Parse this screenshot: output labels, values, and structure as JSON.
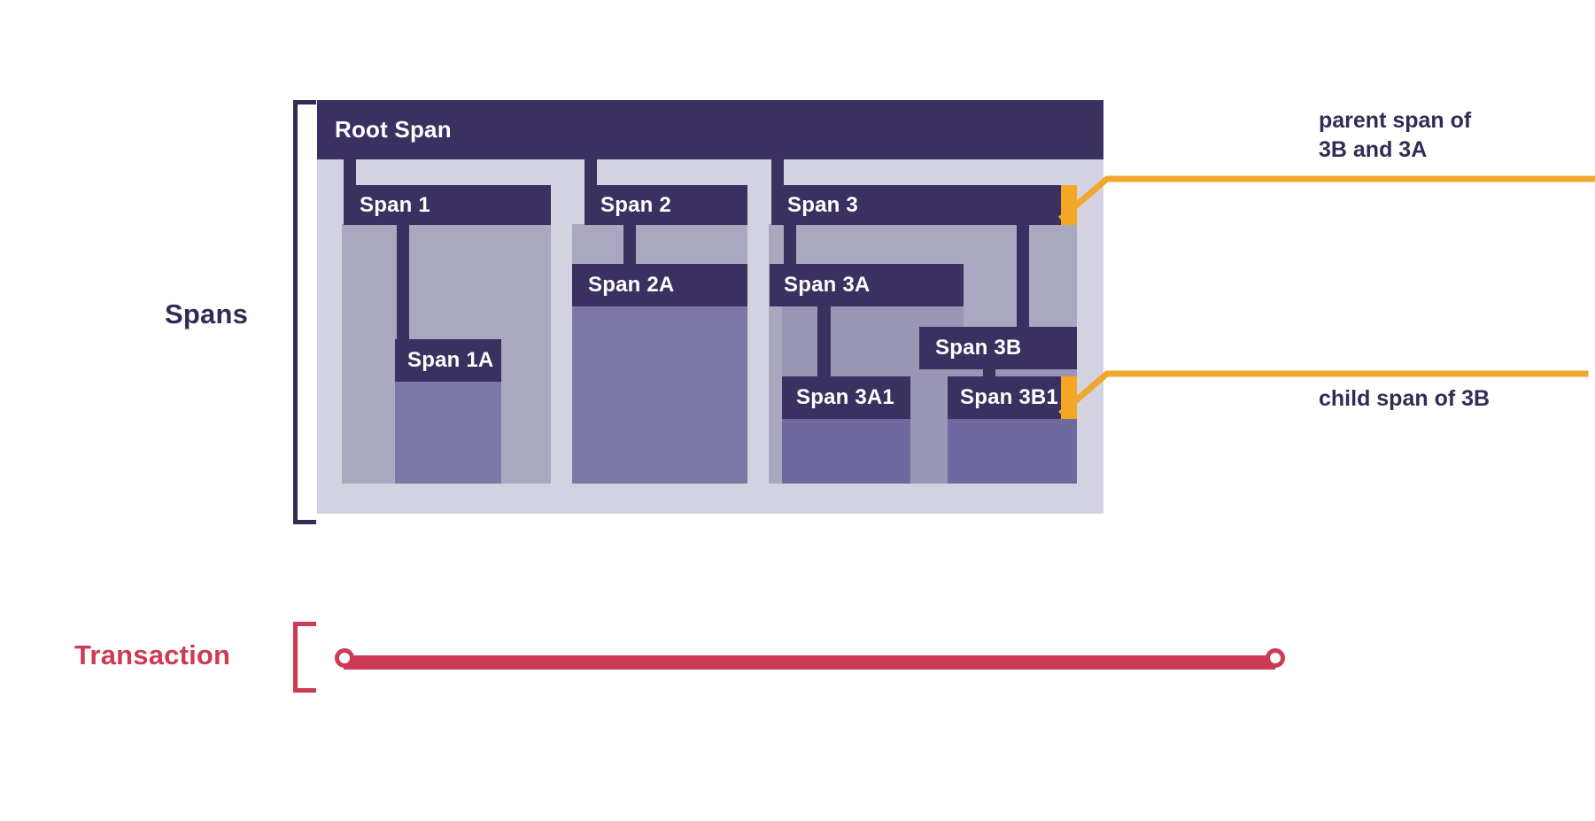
{
  "diagram": {
    "title_rows": {
      "spans_label": "Spans",
      "transaction_label": "Transaction"
    },
    "colors": {
      "span_header": "#3a3160",
      "span_body_l0": "#d3d2e0",
      "span_body_l1": "#aaa7c1",
      "span_body_l2": "#9a96b6",
      "span_body_l3": "#7d78a6",
      "span_body_l4": "#6f699f",
      "canvas": "#e2e1ea",
      "highlight": "#f5a623",
      "spans_bracket": "#342a55",
      "transaction": "#cc3a54",
      "annotation_text": "#342a55"
    },
    "spans": [
      {
        "id": "root",
        "label": "Root Span",
        "depth": 0,
        "parent": null
      },
      {
        "id": "s1",
        "label": "Span 1",
        "depth": 1,
        "parent": "root"
      },
      {
        "id": "s1a",
        "label": "Span 1A",
        "depth": 2,
        "parent": "s1"
      },
      {
        "id": "s2",
        "label": "Span 2",
        "depth": 1,
        "parent": "root"
      },
      {
        "id": "s2a",
        "label": "Span 2A",
        "depth": 2,
        "parent": "s2"
      },
      {
        "id": "s3",
        "label": "Span 3",
        "depth": 1,
        "parent": "root"
      },
      {
        "id": "s3a",
        "label": "Span 3A",
        "depth": 2,
        "parent": "s3"
      },
      {
        "id": "s3a1",
        "label": "Span 3A1",
        "depth": 3,
        "parent": "s3a"
      },
      {
        "id": "s3b",
        "label": "Span 3B",
        "depth": 2,
        "parent": "s3"
      },
      {
        "id": "s3b1",
        "label": "Span 3B1",
        "depth": 3,
        "parent": "s3b"
      }
    ],
    "annotations": [
      {
        "id": "annot-parent",
        "text": "parent span of\n3B and 3A",
        "points_to": "Span 3"
      },
      {
        "id": "annot-child",
        "text": "child span of 3B",
        "points_to": "Span 3B1"
      }
    ],
    "transaction": {
      "start_marker": "circle",
      "end_marker": "circle"
    }
  }
}
